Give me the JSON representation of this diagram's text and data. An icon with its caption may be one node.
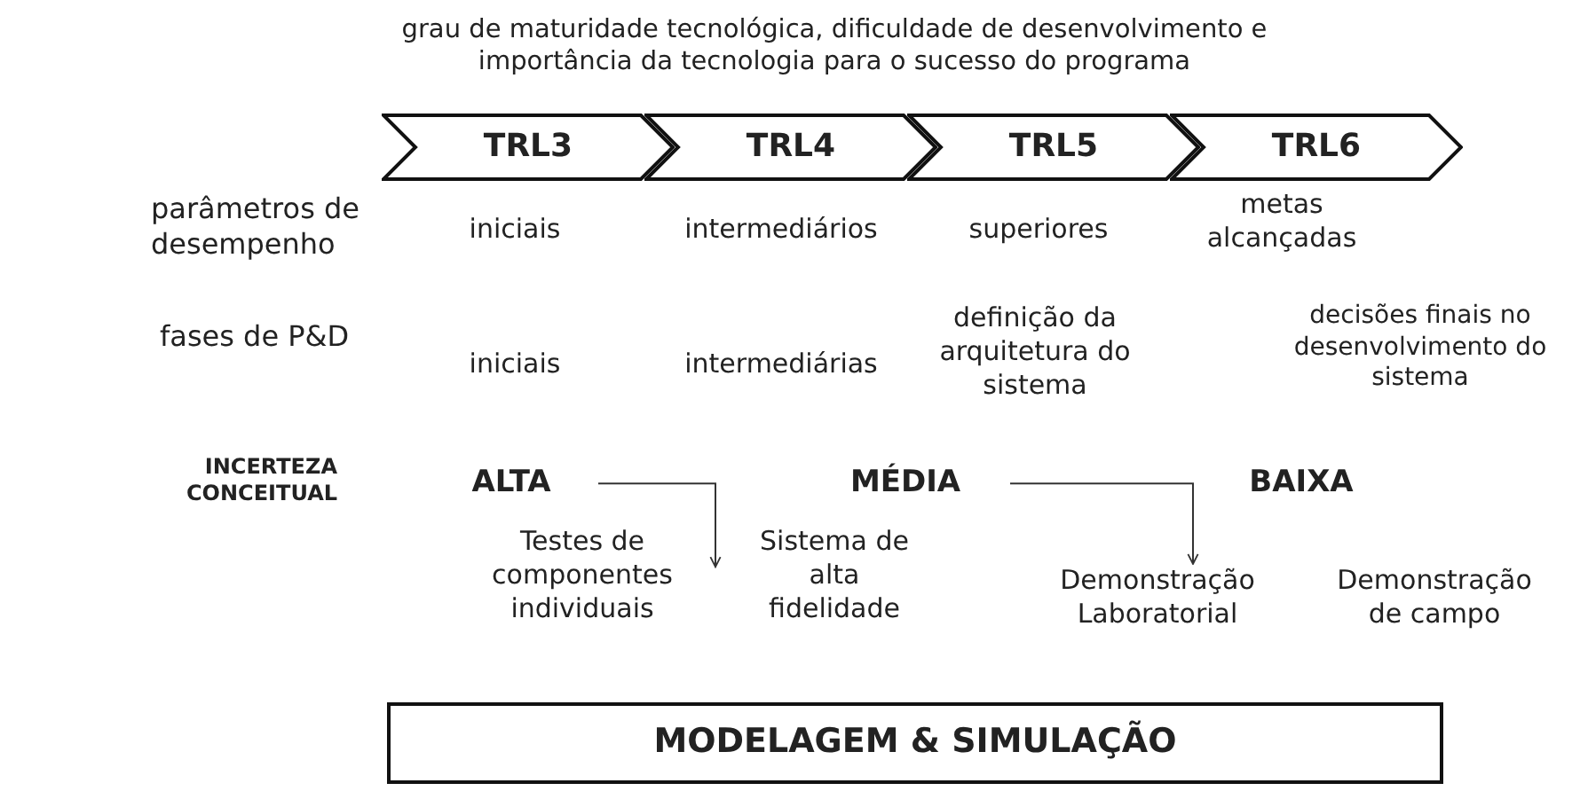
{
  "diagram": {
    "title": "grau de maturidade tecnológica, dificuldade de desenvolvimento e importância da tecnologia para o sucesso do programa",
    "nodes": [
      {
        "text": [
          "TRL3"
        ]
      },
      {
        "text": [
          "TRL4"
        ]
      },
      {
        "text": [
          "TRL5"
        ]
      },
      {
        "text": [
          "TRL6"
        ]
      },
      {
        "text": [
          "ALTA"
        ]
      },
      {
        "text": [
          "MÉDIA"
        ]
      },
      {
        "text": [
          "Demonstração Laboratorial"
        ]
      },
      {
        "text": [
          "MODELAGEM & SIMULAÇÃO"
        ]
      }
    ],
    "edges": [
      {
        "from": 4,
        "to": null,
        "arrow": "to"
      },
      {
        "from": 5,
        "to": 6,
        "arrow": "to"
      }
    ],
    "labels": [
      "parâmetros de desempenho",
      "iniciais",
      "intermediários",
      "superiores",
      "metas alcançadas",
      "fases de P&D",
      "iniciais",
      "intermediárias",
      "definição da arquitetura do sistema",
      "decisões finais no desenvolvimento do sistema",
      "INCERTEZA CONCEITUAL",
      "BAIXA",
      "Testes de componentes individuais",
      "Sistema de alta fidelidade",
      "Demonstração de campo"
    ]
  }
}
